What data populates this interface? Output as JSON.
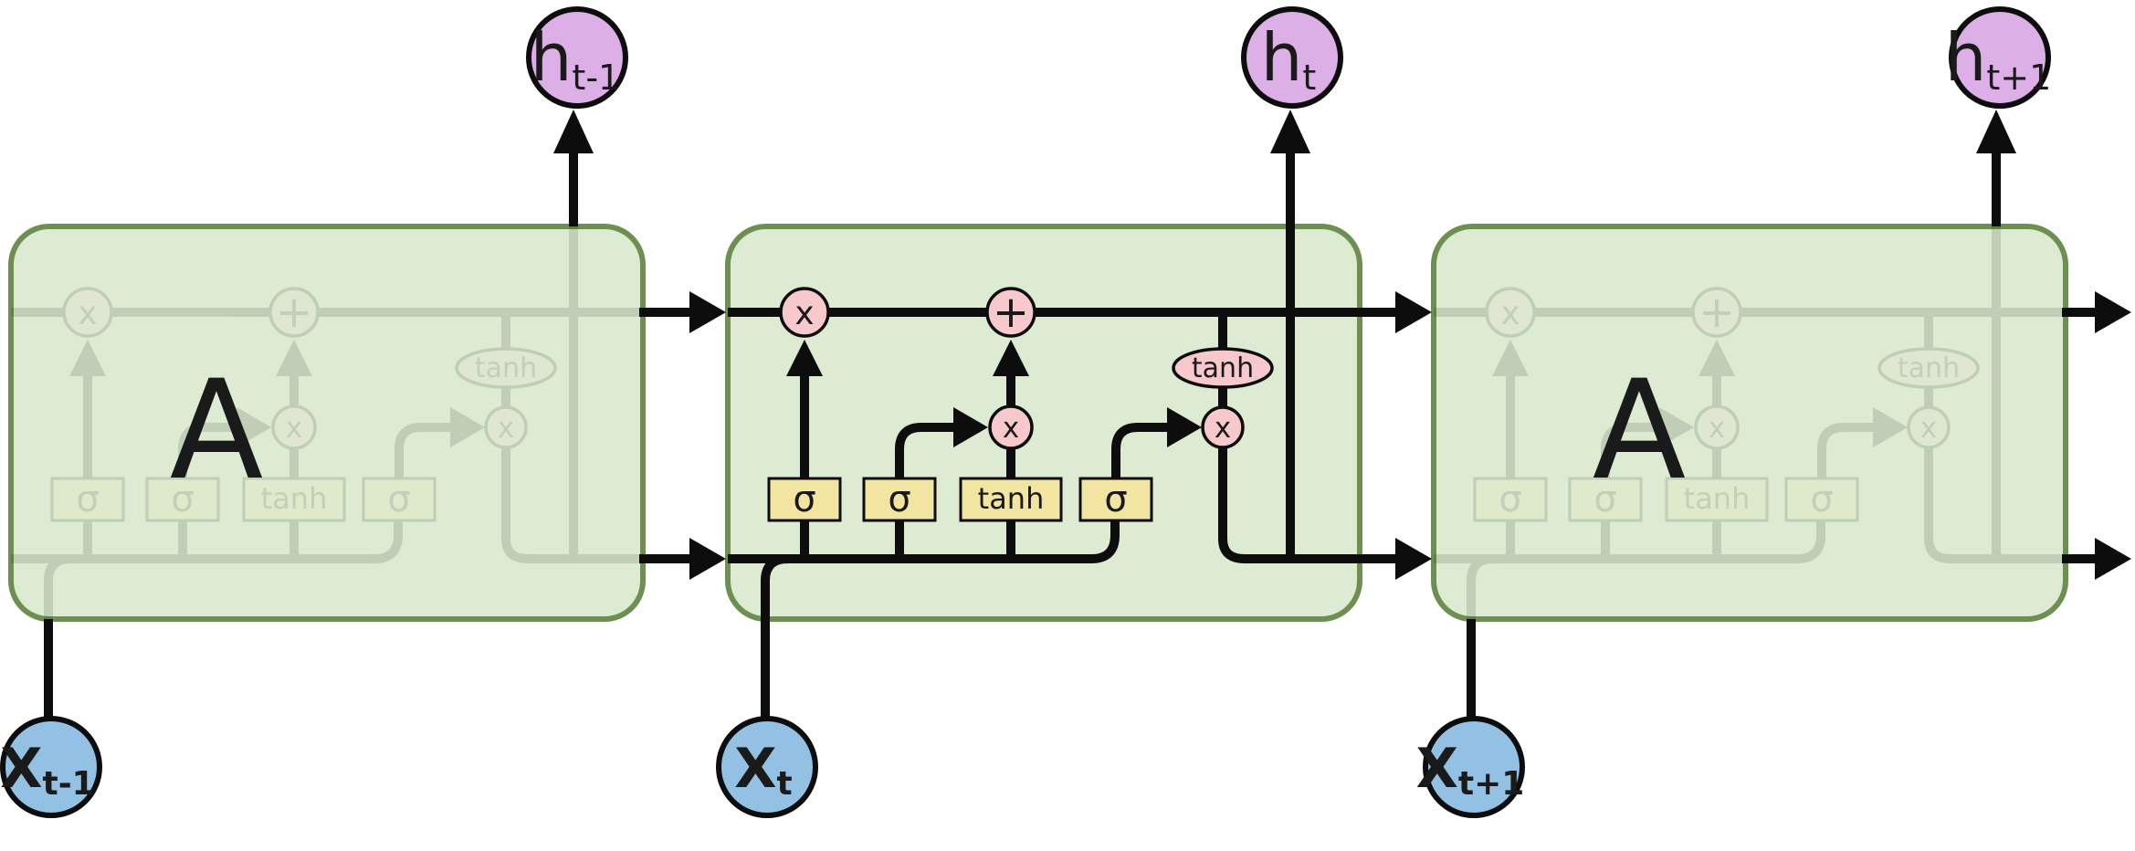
{
  "palette": {
    "page-bg": "#ffffff",
    "line": "#0d0d0d",
    "text": "#1a1a1a",
    "box-fill": "#dcebd2",
    "box-stroke": "#6e8f52",
    "op-fill": "#f7c9cd",
    "gate-fill": "#f2e5a1",
    "h-fill": "#dcafe7",
    "x-fill": "#92c1e4"
  },
  "diagram": {
    "ops": {
      "multiply": "x",
      "add": "+",
      "tanh": "tanh"
    },
    "gates": {
      "g1": "σ",
      "g2": "σ",
      "g3": "tanh",
      "g4": "σ"
    },
    "units": [
      {
        "body_label": "A",
        "faded": true,
        "input": {
          "base": "X",
          "sub": "t-1"
        },
        "output": {
          "base": "h",
          "sub": "t-1"
        }
      },
      {
        "body_label": "",
        "faded": false,
        "input": {
          "base": "X",
          "sub": "t"
        },
        "output": {
          "base": "h",
          "sub": "t"
        }
      },
      {
        "body_label": "A",
        "faded": true,
        "input": {
          "base": "X",
          "sub": "t+1"
        },
        "output": {
          "base": "h",
          "sub": "t+1"
        }
      }
    ]
  }
}
